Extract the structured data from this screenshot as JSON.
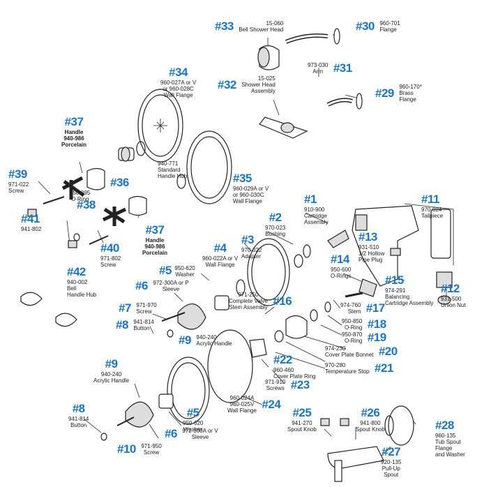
{
  "diagram": {
    "colors": {
      "number": "#1d75c0",
      "line": "#222222",
      "fill": "#ffffff",
      "shade": "#d8d8d8"
    }
  },
  "parts": {
    "p1": {
      "num": "#1",
      "pn": "910-900",
      "lines": [
        "Cartridge",
        "Assembly"
      ]
    },
    "p2": {
      "num": "#2",
      "pn": "970-023",
      "lines": [
        "Bushing"
      ]
    },
    "p3": {
      "num": "#3",
      "pn": "970-022",
      "lines": [
        "Adapter"
      ]
    },
    "p4": {
      "num": "#4",
      "pn": "960-022A or V",
      "lines": [
        "Wall Flange"
      ]
    },
    "p5a": {
      "num": "#5",
      "pn": "950-620",
      "lines": [
        "Washer"
      ]
    },
    "p5b": {
      "num": "#5",
      "pn": "950-620",
      "lines": [
        "Washer"
      ]
    },
    "p6a": {
      "num": "#6",
      "pn": "972-300A or P",
      "lines": [
        "Sleeve"
      ]
    },
    "p6b": {
      "num": "#6",
      "pn": "972-300A or V",
      "lines": [
        "Sleeve"
      ]
    },
    "p7": {
      "num": "#7",
      "pn": "971-970",
      "lines": [
        "Screw"
      ]
    },
    "p8a": {
      "num": "#8",
      "pn": "941-814",
      "lines": [
        "Button"
      ]
    },
    "p8b": {
      "num": "#8",
      "pn": "941-814",
      "lines": [
        "Button"
      ]
    },
    "p9a": {
      "num": "#9",
      "pn": "940-240",
      "lines": [
        "Acrylic Handle"
      ]
    },
    "p9b": {
      "num": "#9",
      "pn": "940-240",
      "lines": [
        "Acrylic Handle"
      ]
    },
    "p10": {
      "num": "#10",
      "pn": "971-950",
      "lines": [
        "Screw"
      ]
    },
    "p11": {
      "num": "#11",
      "pn": "970-024",
      "lines": [
        "Tailpiece"
      ]
    },
    "p12": {
      "num": "#12",
      "pn": "931-500",
      "lines": [
        "Union Nut"
      ]
    },
    "p13": {
      "num": "#13",
      "pn": "931-510",
      "lines": [
        "1/2 Hollow",
        "Pipe Plug"
      ]
    },
    "p14": {
      "num": "#14",
      "pn": "950-600",
      "lines": [
        "O-Rings"
      ]
    },
    "p15": {
      "num": "#15",
      "pn": "974-291",
      "lines": [
        "Balancing",
        "Cartridge Assembly"
      ]
    },
    "p16": {
      "num": "#16",
      "pn": "971-250",
      "lines": [
        "Complete Valve",
        "Stem Assembly"
      ]
    },
    "p17": {
      "num": "#17",
      "pn": "974-760",
      "lines": [
        "Stem"
      ]
    },
    "p18": {
      "num": "#18",
      "pn": "950-850",
      "lines": [
        "O-Ring"
      ]
    },
    "p19": {
      "num": "#19",
      "pn": "950-870",
      "lines": [
        "O-Ring"
      ]
    },
    "p20": {
      "num": "#20",
      "pn": "974-230",
      "lines": [
        "Cover Plate Bonnet"
      ]
    },
    "p21": {
      "num": "#21",
      "pn": "970-280",
      "lines": [
        "Temperature Stop"
      ]
    },
    "p22": {
      "num": "#22",
      "pn": "960-460",
      "lines": [
        "Cover Plate Ring"
      ]
    },
    "p23": {
      "num": "#23",
      "pn": "971-910",
      "lines": [
        "Screws"
      ]
    },
    "p24": {
      "num": "#24",
      "pn": "960-024A",
      "lines": [
        "960-025V",
        "Wall Flange"
      ]
    },
    "p25": {
      "num": "#25",
      "pn": "941-270",
      "lines": [
        "Spout Knob"
      ]
    },
    "p26": {
      "num": "#26",
      "pn": "941-800",
      "lines": [
        "Spout Knob"
      ]
    },
    "p27": {
      "num": "#27",
      "pn": "920-135",
      "lines": [
        "Pull-Up",
        "Spout"
      ]
    },
    "p28": {
      "num": "#28",
      "pn": "960-135",
      "lines": [
        "Tub Spout",
        "Flange",
        "and Washer"
      ]
    },
    "p29": {
      "num": "#29",
      "pn": "960-170*",
      "lines": [
        "Brass",
        "Flange"
      ]
    },
    "p30": {
      "num": "#30",
      "pn": "960-701",
      "lines": [
        "Flange"
      ]
    },
    "p31": {
      "num": "#31",
      "pn": "973-030",
      "lines": [
        "Arm"
      ]
    },
    "p32": {
      "num": "#32",
      "pn": "15-025",
      "lines": [
        "Shower Head",
        "Assembly"
      ]
    },
    "p33": {
      "num": "#33",
      "pn": "15-060",
      "lines": [
        "Bell Shower Head"
      ]
    },
    "p34": {
      "num": "#34",
      "pn": "960-027A or V",
      "lines": [
        "or 960-028C",
        "Wall Flange"
      ]
    },
    "p35": {
      "num": "#35",
      "pn": "960-029A or V",
      "lines": [
        "or 960-030C",
        "Wall Flange"
      ]
    },
    "p36": {
      "num": "#36",
      "pn": "940-771",
      "lines": [
        "Standard",
        "Handle Hub"
      ]
    },
    "p37a": {
      "num": "#37",
      "pn": "940-986",
      "lines": [
        "Handle",
        "Porcelain"
      ]
    },
    "p37b": {
      "num": "#37",
      "pn": "940-986",
      "lines": [
        "Handle",
        "Porcelain"
      ]
    },
    "p38": {
      "num": "#38",
      "pn": "950-895",
      "lines": [
        "O-Ring"
      ]
    },
    "p39": {
      "num": "#39",
      "pn": "971-022",
      "lines": [
        "Screw"
      ]
    },
    "p40": {
      "num": "#40",
      "pn": "971-802",
      "lines": [
        "Screw"
      ]
    },
    "p41": {
      "num": "#41",
      "pn": "941-802",
      "lines": []
    },
    "p42": {
      "num": "#42",
      "pn": "940-002",
      "lines": [
        "Bell",
        "Handle Hub"
      ]
    }
  }
}
